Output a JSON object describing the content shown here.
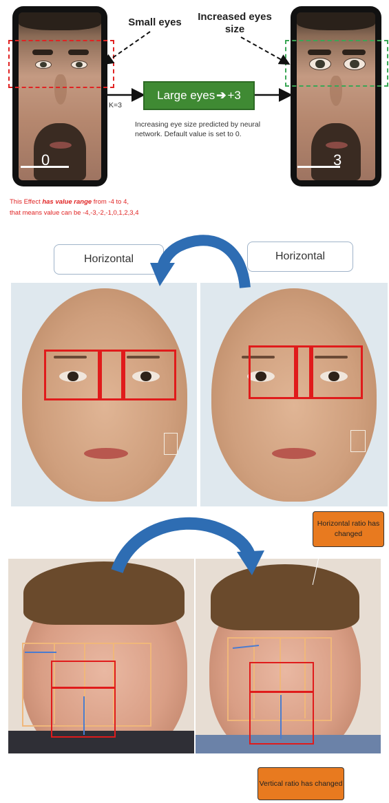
{
  "panel1": {
    "left_phone_value": "0",
    "right_phone_value": "3",
    "label_small_eyes": "Small eyes",
    "label_increased": "Increased eyes size",
    "k_label": "K=3",
    "green_box_text": "Large eyes",
    "green_box_arrow": "➔",
    "green_box_value": "+3",
    "description": "Increasing eye size predicted by neural network. Default value is set to 0.",
    "range_line1_pre": "This Effect ",
    "range_line1_bold": "has value range",
    "range_line1_post": " from -4 to 4,",
    "range_line2": "that means value can be -4,-3,-2,-1,0,1,2,3,4",
    "colors": {
      "red_dash": "#e02323",
      "green_dash": "#3aa655",
      "green_box": "#3f8a33"
    }
  },
  "panel2": {
    "left_label": "Horizontal",
    "right_label": "Horizontal",
    "colors": {
      "arrow": "#2e6db3",
      "box": "#e01b1b"
    }
  },
  "panel3": {
    "callout_top": "Horizontal ratio has changed",
    "callout_bottom": "Vertical ratio has changed",
    "colors": {
      "callout": "#e87a1f",
      "arrow": "#2e6db3",
      "grid": "#f0b77a",
      "box": "#e01b1b"
    }
  }
}
